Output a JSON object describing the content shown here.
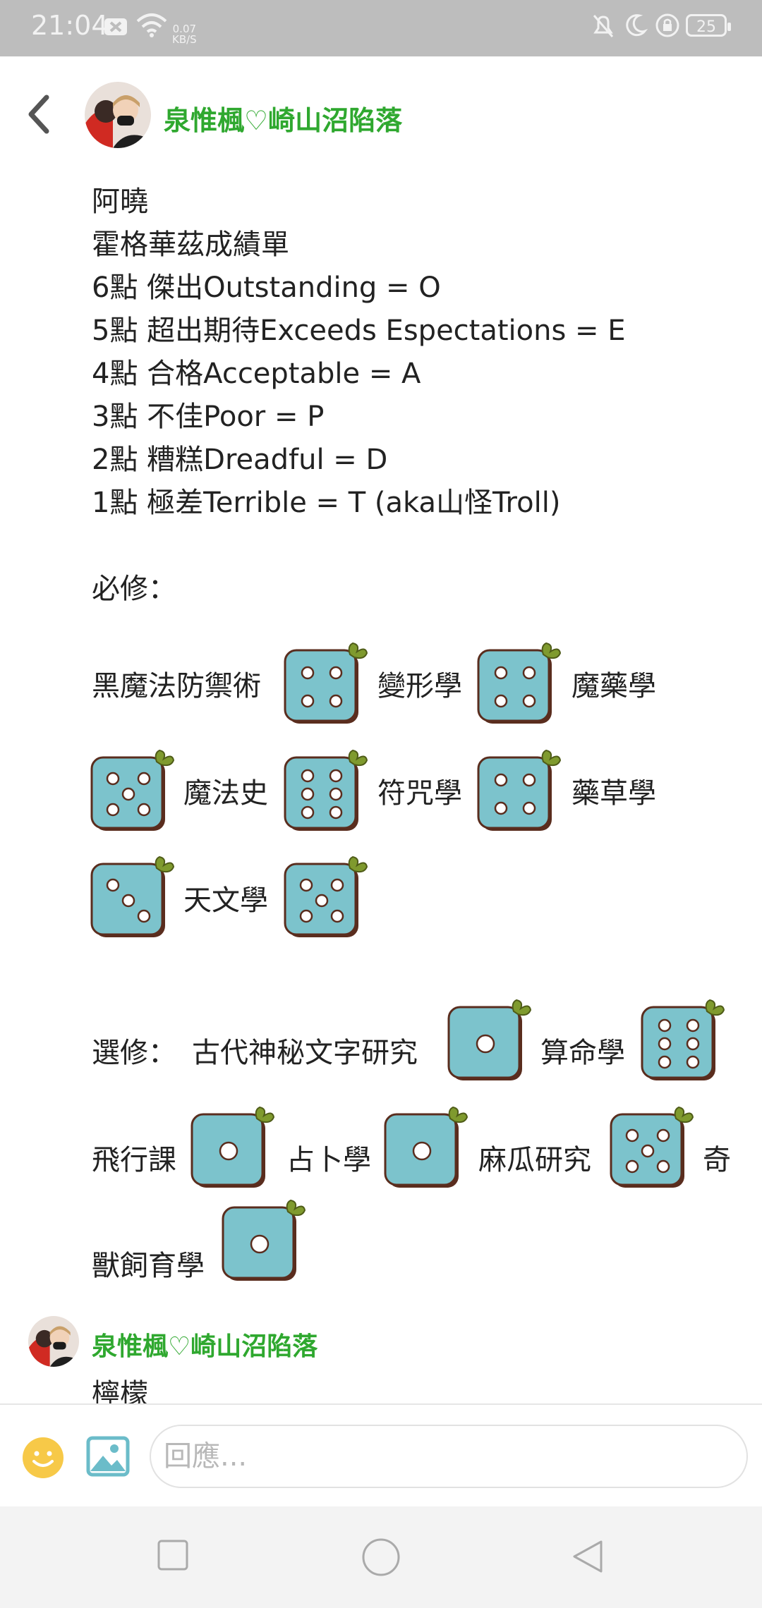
{
  "status_bar": {
    "time": "21:04",
    "net_speed_value": "0.07",
    "net_speed_unit": "KB/S",
    "battery": "25"
  },
  "header": {
    "title": "泉惟楓♡崎山沼陷落"
  },
  "message": {
    "lines": [
      "阿曉",
      "霍格華茲成績單",
      "6點 傑出Outstanding = O",
      "5點 超出期待Exceeds Espectations = E",
      "4點 合格Acceptable = A",
      "3點 不佳Poor = P",
      "2點 糟糕Dreadful = D",
      "1點 極差Terrible = T (aka山怪Troll)"
    ],
    "required_label": "必修：",
    "required": [
      {
        "subject": "黑魔法防禦術",
        "dice": 4
      },
      {
        "subject": "變形學",
        "dice": 4
      },
      {
        "subject": "魔藥學",
        "dice": 5
      },
      {
        "subject": "魔法史",
        "dice": 6
      },
      {
        "subject": "符咒學",
        "dice": 4
      },
      {
        "subject": "藥草學",
        "dice": 3
      },
      {
        "subject": "天文學",
        "dice": 5
      }
    ],
    "elective_label": "選修：",
    "electives": [
      {
        "subject": "古代神秘文字研究",
        "dice": 1
      },
      {
        "subject": "算命學",
        "dice": 6
      },
      {
        "subject": "飛行課",
        "dice": 1
      },
      {
        "subject": "占卜學",
        "dice": 1
      },
      {
        "subject": "麻瓜研究",
        "dice": 5
      },
      {
        "subject_part1": "奇",
        "subject_part2": "獸飼育學",
        "dice": 1
      }
    ]
  },
  "next_message": {
    "author": "泉惟楓♡崎山沼陷落",
    "text": "檸檬"
  },
  "input_bar": {
    "placeholder": "回應..."
  },
  "colors": {
    "name_green": "#2fa82f",
    "dice_fill": "#7cc3cc",
    "dice_border": "#5a2d1e",
    "sprout": "#7f9a2e"
  }
}
